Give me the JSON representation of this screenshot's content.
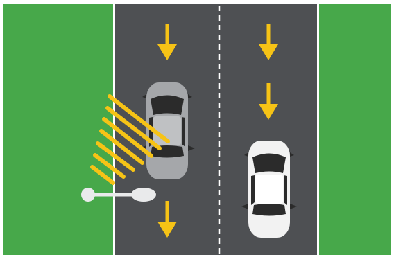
{
  "scene": {
    "description_colors": {
      "grass": "#47a84a",
      "road": "#4e5053",
      "lane_lines": "#ffffff",
      "arrows": "#f6c316",
      "sensor_waves": "#f6c316",
      "car_gray_body": "#a5a7aa",
      "car_white_body": "#f2f2f2",
      "car_glass": "#2b2b2b",
      "streetlight": "#e9eaeb"
    },
    "icons": {
      "traffic_direction": "arrow-down-icon",
      "vehicle": "car-topview-icon",
      "sensor": "streetlight-sensor-icon",
      "detection": "detection-waves-icon"
    },
    "lanes": [
      {
        "name": "left-lane",
        "direction": "down",
        "arrows": 2,
        "car": "gray-car"
      },
      {
        "name": "right-lane",
        "direction": "down",
        "arrows": 2,
        "car": "white-car"
      }
    ]
  }
}
